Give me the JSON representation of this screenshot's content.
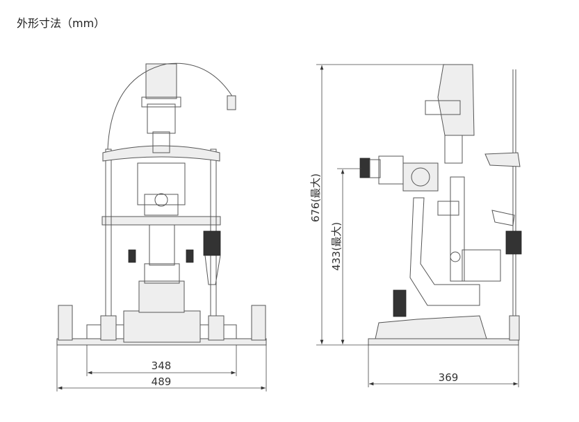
{
  "title": "外形寸法（mm）",
  "front_view": {
    "dimensions": {
      "inner_width": "348",
      "outer_width": "489"
    }
  },
  "side_view": {
    "dimensions": {
      "max_height": "676(最大)",
      "eyepiece_height": "433(最大)",
      "depth": "369"
    }
  }
}
